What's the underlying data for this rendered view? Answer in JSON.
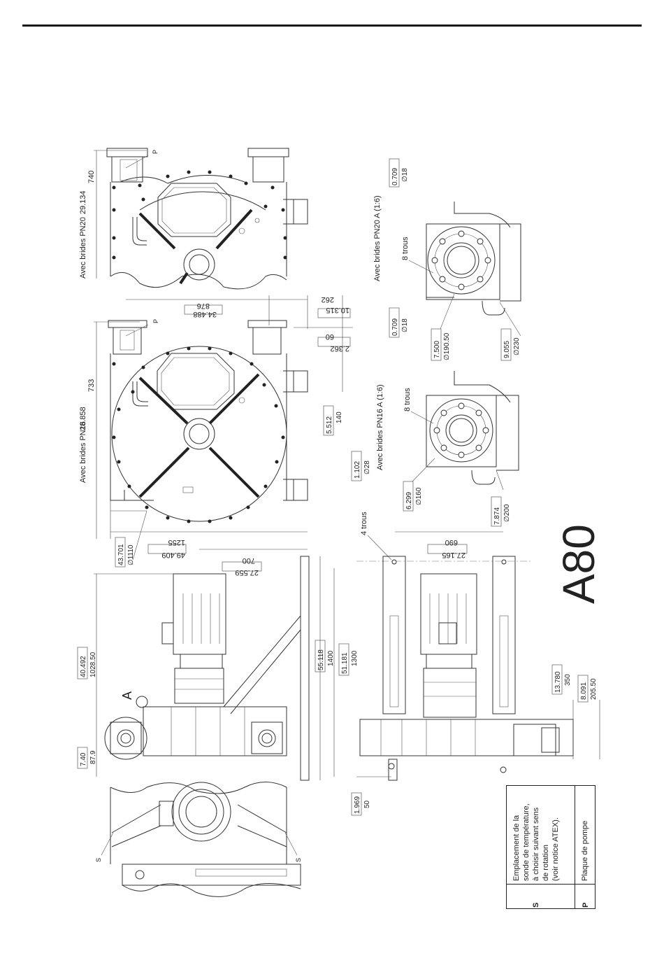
{
  "model": "A80",
  "views": {
    "pn20_label": "Avec brides PN20",
    "pn16_label": "Avec brides PN16",
    "detail_pn20_label": "Avec brides PN20  A (1:6)",
    "detail_pn16_label": "Avec brides PN16  A (1:6)",
    "section_marker": "A",
    "plate_marker": "P",
    "sensor_marker": "S"
  },
  "dimensions": {
    "pn20_height": {
      "inch": "29.134",
      "mm": "740"
    },
    "pn16_height": {
      "inch": "28.858",
      "mm": "733"
    },
    "pn16_ports": {
      "inch": "34.488",
      "mm": "876"
    },
    "pn16_port_offset": {
      "inch": "10.315",
      "mm": "262"
    },
    "pn16_small_offset": {
      "inch": "2.362",
      "mm": "60"
    },
    "pn16_base_h": {
      "inch": "5.512",
      "mm": "140"
    },
    "pn16_diameter": {
      "inch": "43.701",
      "mm": "∅1110"
    },
    "pn16_width": {
      "inch": "49.409",
      "mm": "1255"
    },
    "flange_hole_pn16": {
      "inch": "1.102",
      "mm": "∅28"
    },
    "flange_pcd_pn16": {
      "inch": "6.299",
      "mm": "∅160"
    },
    "flange_od_pn16": {
      "inch": "7.874",
      "mm": "∅200"
    },
    "flange_hole_pn20_a": {
      "inch": "0.709",
      "mm": "∅18"
    },
    "flange_hole_pn20_b": {
      "inch": "0.709",
      "mm": "∅18"
    },
    "flange_pcd_pn20": {
      "inch": "7.500",
      "mm": "∅190.50"
    },
    "flange_od_pn20": {
      "inch": "9.055",
      "mm": "∅230"
    },
    "side_height": {
      "inch": "40.492",
      "mm": "1028.50"
    },
    "side_small": {
      "inch": "7.40",
      "mm": "87.9"
    },
    "motor_offset": {
      "inch": "27.559",
      "mm": "700"
    },
    "base_length_a": {
      "inch": "55.118",
      "mm": "1400"
    },
    "base_length_b": {
      "inch": "51.181",
      "mm": "1300"
    },
    "base_gap": {
      "inch": "1.969",
      "mm": "50"
    },
    "bolt_span": {
      "inch": "27.165",
      "mm": "690"
    },
    "shaft_a": {
      "inch": "13.780",
      "mm": "350"
    },
    "shaft_b": {
      "inch": "8.091",
      "mm": "205.50"
    }
  },
  "hole_labels": {
    "four_holes": "4 trous",
    "eight_holes_a": "8 trous",
    "eight_holes_b": "8 trous"
  },
  "legend": [
    {
      "key": "S",
      "text_lines": [
        "Emplacement de la",
        "sonde de température,",
        "à choisir suivant sens",
        "de rotation",
        "(voir notice ATEX)."
      ]
    },
    {
      "key": "P",
      "text_lines": [
        "Plaque de pompe"
      ]
    }
  ]
}
